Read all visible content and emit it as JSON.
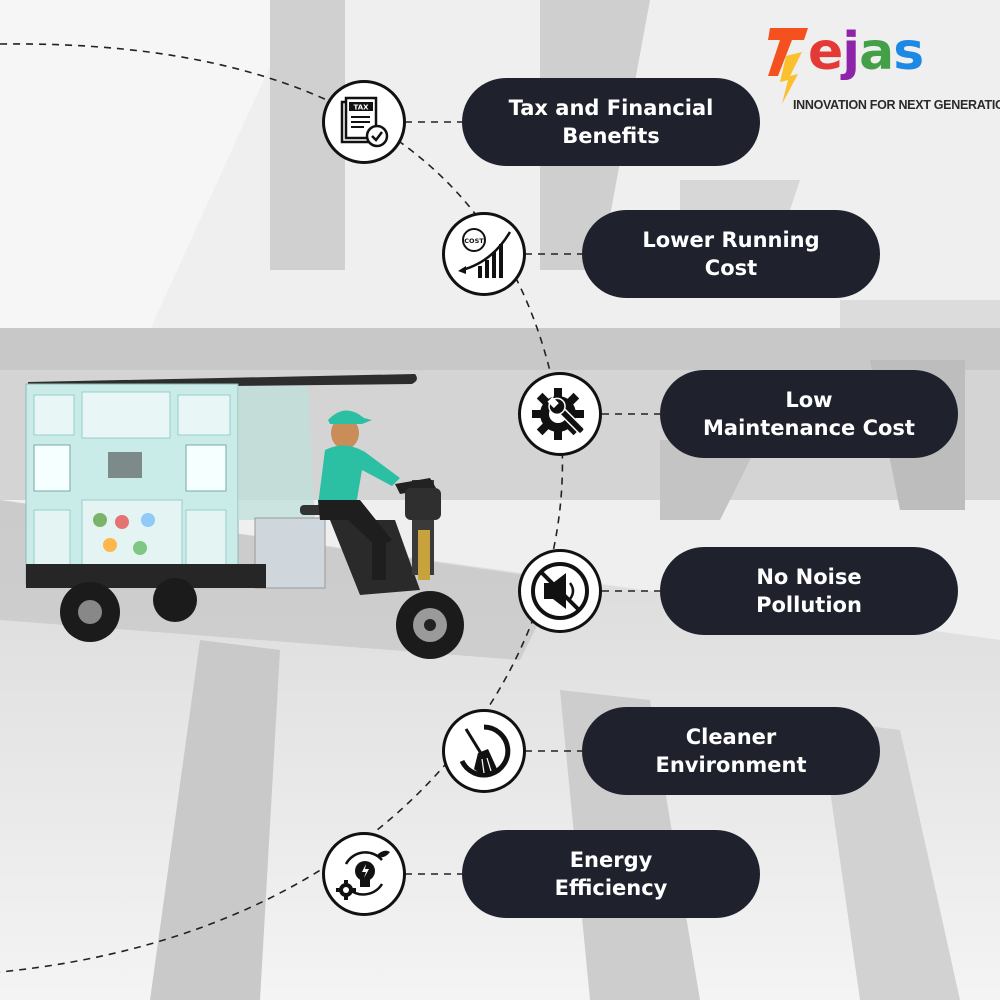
{
  "brand": {
    "logo_letters": [
      "e",
      "j",
      "a",
      "s"
    ],
    "logo_first_letter": "T",
    "tagline": "INNOVATION FOR NEXT GENERATION",
    "colors": {
      "e": "#e53935",
      "j": "#8e24aa",
      "a": "#43a047",
      "s": "#1e88e5",
      "t_top": "#f4511e",
      "t_bolt": "#fbc02d"
    }
  },
  "benefits": [
    {
      "label_line1": "Tax and Financial",
      "label_line2": "Benefits",
      "icon": "tax-document-check-icon",
      "icon_text": "TAX"
    },
    {
      "label_line1": "Lower Running",
      "label_line2": "Cost",
      "icon": "cost-decrease-chart-icon",
      "icon_text": "COST"
    },
    {
      "label_line1": "Low",
      "label_line2": "Maintenance Cost",
      "icon": "gear-wrench-icon"
    },
    {
      "label_line1": "No Noise",
      "label_line2": "Pollution",
      "icon": "mute-speaker-icon"
    },
    {
      "label_line1": "Cleaner",
      "label_line2": "Environment",
      "icon": "broom-sweep-icon"
    },
    {
      "label_line1": "Energy",
      "label_line2": "Efficiency",
      "icon": "bulb-gear-cycle-icon"
    }
  ],
  "colors": {
    "pill_bg": "#1f222d",
    "pill_text": "#ffffff",
    "background": "#eeeeee",
    "vehicle_body": "#c9ece8",
    "rider_shirt": "#2bbfa4"
  }
}
